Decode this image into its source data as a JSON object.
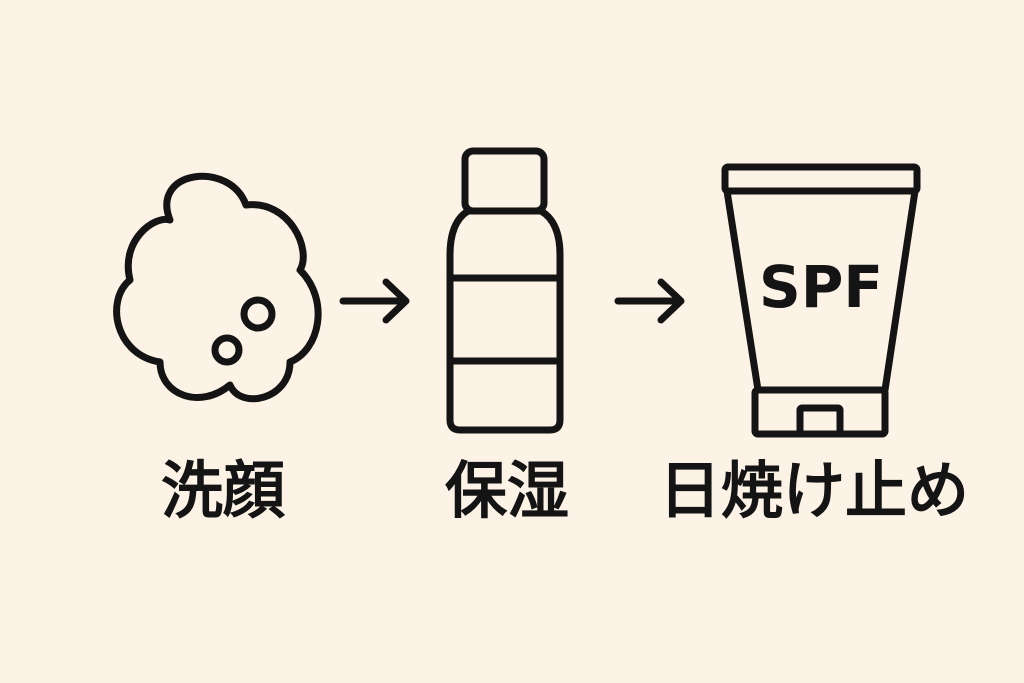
{
  "colors": {
    "background": "#fcf2e6",
    "stroke": "#141414",
    "foam_fill": "#fbf7ee"
  },
  "steps": [
    {
      "label": "洗顔",
      "icon": "foam-icon"
    },
    {
      "label": "保湿",
      "icon": "bottle-icon"
    },
    {
      "label": "日焼け止め",
      "icon": "sunscreen-tube-icon"
    }
  ],
  "tube_text": "SPF",
  "connectors": [
    "arrow-right-icon",
    "arrow-right-icon"
  ]
}
